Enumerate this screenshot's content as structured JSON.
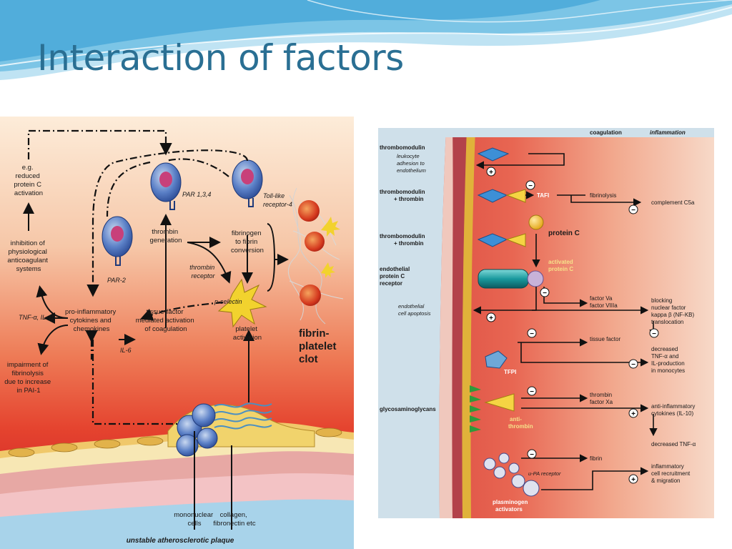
{
  "slide": {
    "title": "Interaction of factors"
  },
  "left_diagram": {
    "labels": {
      "reduced_protein_c": [
        "e.g.",
        "reduced",
        "protein C",
        "activation"
      ],
      "inhibition": [
        "inhibition of",
        "physiological",
        "anticoagulant",
        "systems"
      ],
      "tnf": "TNF-α, IL-1β",
      "impairment": [
        "impairment of",
        "fibrinolysis",
        "due to increase",
        "in PAI-1"
      ],
      "par134": "PAR 1,3,4",
      "par2": "PAR-2",
      "toll": [
        "Toll-like",
        "receptor-4"
      ],
      "thrombin_generation": [
        "thrombin",
        "generation"
      ],
      "fibrinogen": [
        "fibrinogen",
        "to fibrin",
        "conversion"
      ],
      "thrombin_receptor": [
        "thrombin",
        "receptor"
      ],
      "p_selectin": "p-selectin",
      "cytokines": [
        "pro-inflammatory",
        "cytokines and",
        "chemokines"
      ],
      "tissue_factor": [
        "tissue-factor",
        "mediated activation",
        "of coagulation"
      ],
      "il6": "IL-6",
      "platelet": [
        "platelet",
        "activation"
      ],
      "clot": [
        "fibrin-",
        "platelet",
        "clot"
      ],
      "mononuclear": [
        "mononuclear",
        "cells"
      ],
      "collagen": [
        "collagen,",
        "fibronectin etc"
      ],
      "plaque": "unstable atherosclerotic plaque"
    }
  },
  "right_diagram": {
    "header": {
      "coagulation": "coagulation",
      "inflammation": "inflammation"
    },
    "left_labels": {
      "thrombomodulin": "thrombomodulin",
      "leukocyte": [
        "leukocyte",
        "adhesion to",
        "endothelium"
      ],
      "tm_thrombin_1": [
        "thrombomodulin",
        "+ thrombin"
      ],
      "tm_thrombin_2": [
        "thrombomodulin",
        "+ thrombin"
      ],
      "epcr": [
        "endothelial",
        "protein C",
        "receptor"
      ],
      "apoptosis": [
        "endothelial",
        "cell apoptosis"
      ],
      "gag": "glycosaminoglycans"
    },
    "inner_labels": {
      "tafi": "TAFI",
      "fibrinolysis": "fibrinolysis",
      "complement": "complement C5a",
      "protein_c": "protein C",
      "activated_pc": [
        "activated",
        "protein C"
      ],
      "factor_va": [
        "factor Va",
        "factor VIIIa"
      ],
      "blocking_nfkb": [
        "blocking",
        "nuclear factor",
        "kappa β (NF-KB)",
        "translocation"
      ],
      "tissue_factor": "tissue factor",
      "tfpi": "TFPI",
      "decreased_tnf": [
        "decreased",
        "TNF-α and",
        "IL-production",
        "in monocytes"
      ],
      "thrombin_xa": [
        "thrombin",
        "factor Xa"
      ],
      "antithrombin": [
        "anti-",
        "thrombin"
      ],
      "anti_inflammatory": [
        "anti-inflammatory",
        "cytokines (IL-10)"
      ],
      "decreased_tnf2": "decreased TNF-α",
      "fibrin": "fibrin",
      "upa_receptor": "u-PA receptor",
      "recruitment": [
        "inflammatory",
        "cell recruitment",
        "& migration"
      ],
      "plasminogen": [
        "plasminogen",
        "activators"
      ]
    },
    "signs": {
      "plus": "+",
      "minus": "−"
    }
  },
  "colors": {
    "title": "#2a6f93",
    "accent_blue": "#4aa8d8"
  }
}
